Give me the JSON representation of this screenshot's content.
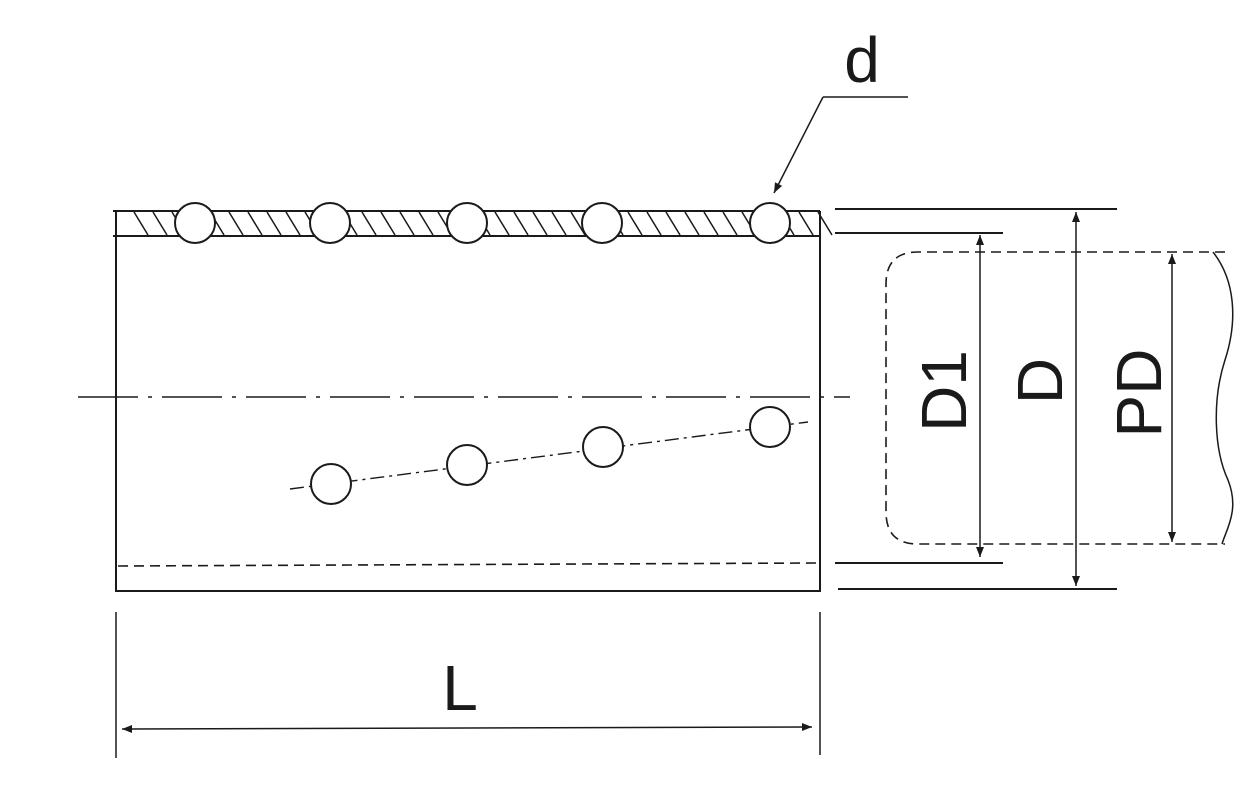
{
  "labels": {
    "d": "d",
    "L": "L",
    "D1": "D1",
    "D": "D",
    "PD": "PD"
  },
  "top_wall_hole_count": 5,
  "body_hole_count": 4
}
